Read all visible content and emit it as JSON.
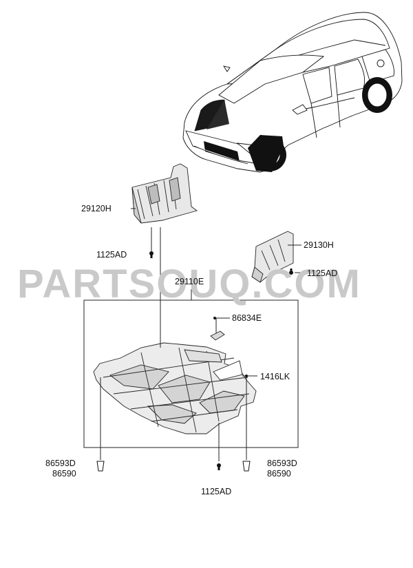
{
  "watermark": "PARTSOUQ.COM",
  "callouts": {
    "left_cover_code": "29120H",
    "right_cover_code": "29130H",
    "undercover_assembly_code": "29110E",
    "top_left_bolt_code": "1125AD",
    "right_bolt_code": "1125AD",
    "bottom_bolt_code": "1125AD",
    "clip_code": "86834E",
    "pad_code": "1416LK",
    "left_fastener_code_1": "86593D",
    "left_fastener_code_2": "86590",
    "right_fastener_code_1": "86593D",
    "right_fastener_code_2": "86590"
  }
}
